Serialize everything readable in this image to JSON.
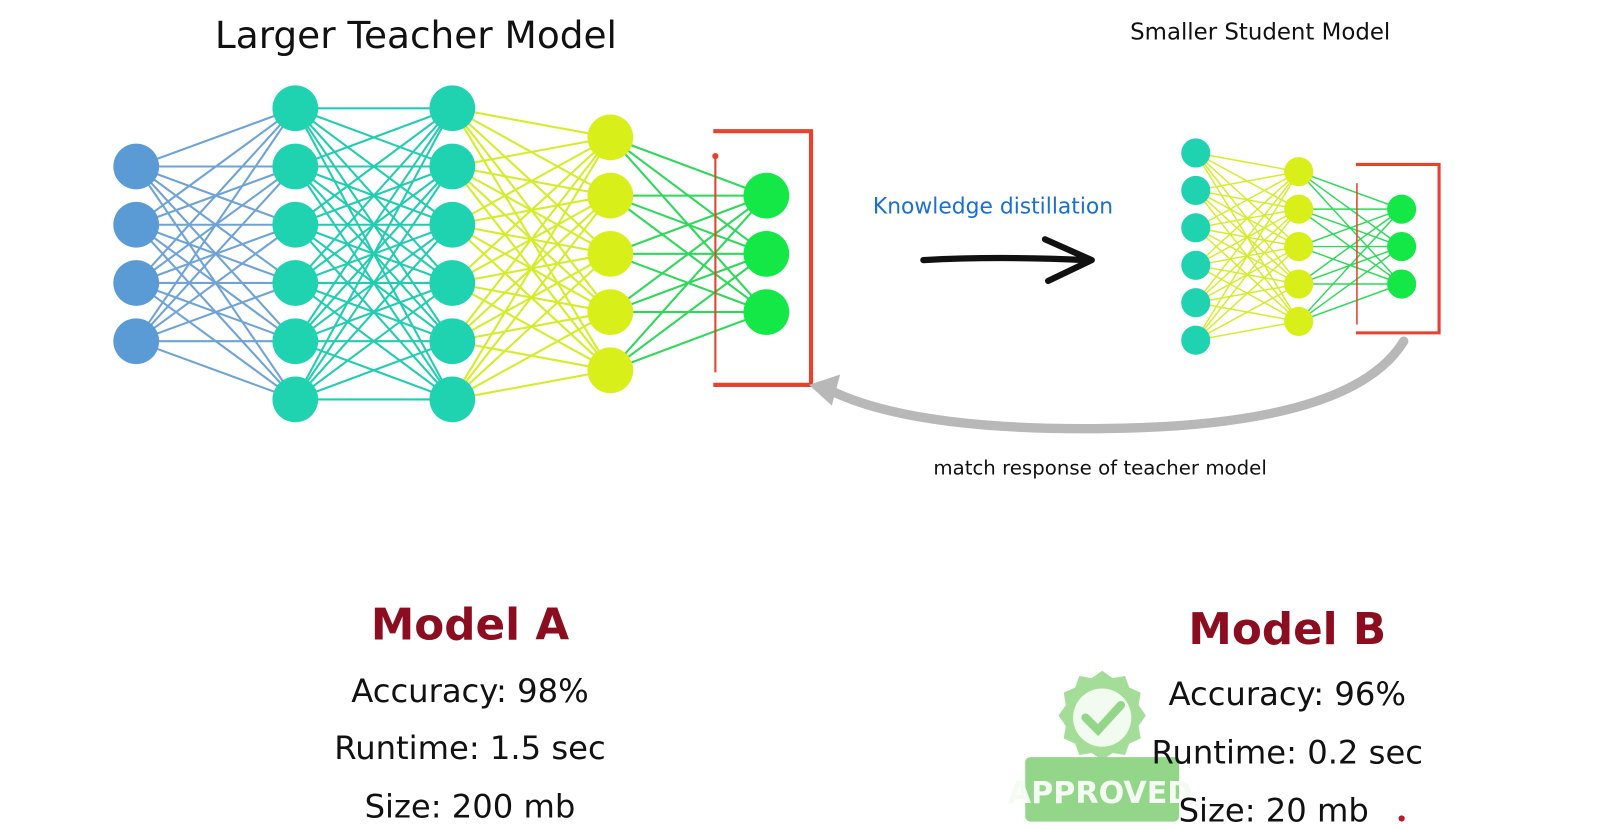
{
  "teacher": {
    "title": "Larger Teacher Model",
    "layers": [
      4,
      6,
      6,
      5,
      3
    ],
    "layer_colors": [
      "#5b9bd5",
      "#1fd3b0",
      "#1fd3b0",
      "#d8ef1a",
      "#14e846"
    ],
    "edge_colors": [
      "#6fa3d6",
      "#22ccb0",
      "#d4ec2a",
      "#2fd85a"
    ]
  },
  "student": {
    "title": "Smaller Student Model",
    "layers": [
      6,
      5,
      3
    ],
    "layer_colors": [
      "#1fd3b0",
      "#d8ef1a",
      "#14e846"
    ],
    "edge_colors": [
      "#d4ec2a",
      "#2fd85a"
    ]
  },
  "distillation": {
    "label": "Knowledge distillation",
    "label_color": "#1a6fd4",
    "feedback_label": "match response of teacher model"
  },
  "accent_colors": {
    "output_bracket": "#e8412f",
    "model_title": "#8b0d1f",
    "approved": "#93d68a"
  },
  "model_a": {
    "title": "Model A",
    "accuracy": "Accuracy: 98%",
    "runtime": "Runtime: 1.5 sec",
    "size": "Size: 200 mb"
  },
  "model_b": {
    "title": "Model B",
    "accuracy": "Accuracy: 96%",
    "runtime": "Runtime: 0.2 sec",
    "size": "Size: 20 mb",
    "badge": "APPROVED"
  }
}
